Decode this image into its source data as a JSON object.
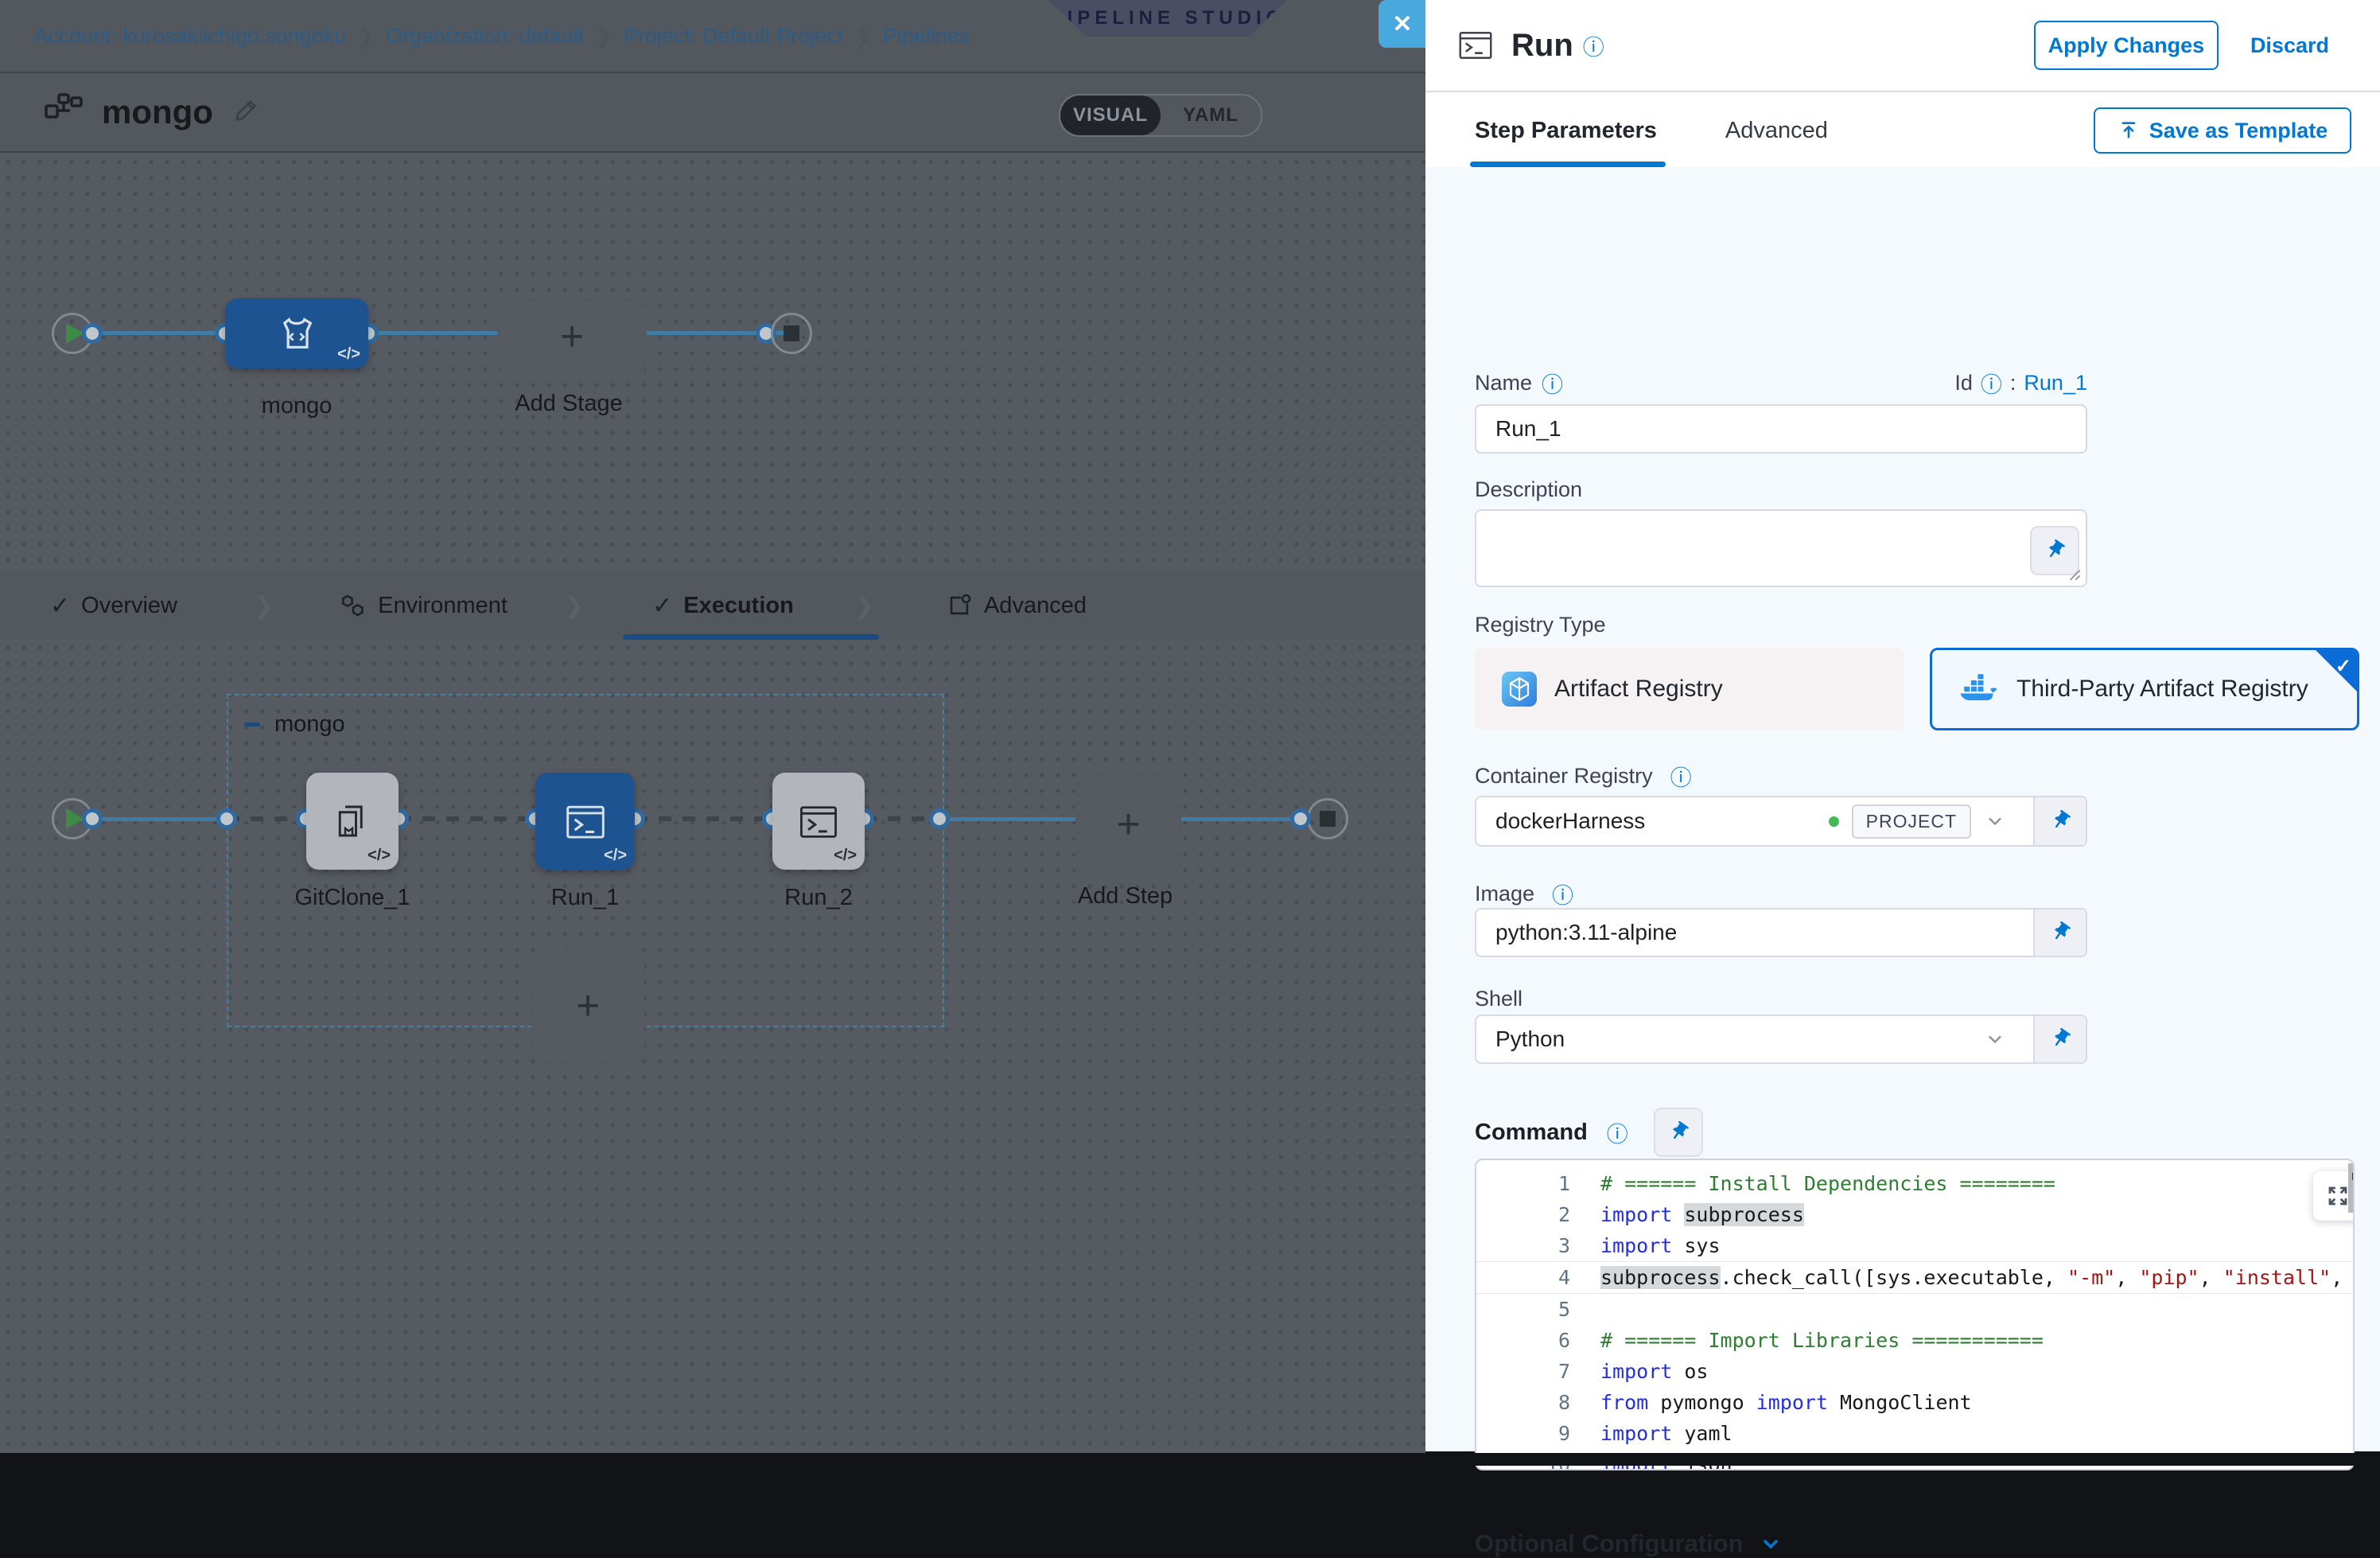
{
  "icons": {
    "check": "✓",
    "chevron_right": "❯",
    "plus": "+",
    "close": "✕",
    "info": "ⓘ",
    "code_badge": "</>",
    "colon": ":"
  },
  "header": {
    "breadcrumb": [
      "Account: kurosakiichigo.songoku",
      "Organization: default",
      "Project: Default Project",
      "Pipelines"
    ],
    "studio_badge": "PIPELINE STUDIO"
  },
  "pipeline_bar": {
    "title": "mongo",
    "visual_label": "VISUAL",
    "yaml_label": "YAML"
  },
  "stage_graph": {
    "stage_label": "mongo",
    "add_stage_label": "Add Stage"
  },
  "stage_tabs": {
    "overview": "Overview",
    "environment": "Environment",
    "execution": "Execution",
    "advanced": "Advanced"
  },
  "execution_graph": {
    "group_label": "mongo",
    "steps": [
      "GitClone_1",
      "Run_1",
      "Run_2"
    ],
    "add_step_label": "Add Step"
  },
  "panel": {
    "title": "Run",
    "apply_label": "Apply Changes",
    "discard_label": "Discard",
    "tabs": {
      "step_parameters": "Step Parameters",
      "advanced": "Advanced"
    },
    "save_template_label": "Save as Template",
    "fields": {
      "name": {
        "label": "Name",
        "value": "Run_1"
      },
      "id": {
        "label": "Id",
        "value": "Run_1"
      },
      "description": {
        "label": "Description",
        "value": ""
      },
      "registry_type": {
        "label": "Registry Type",
        "options": [
          {
            "label": "Artifact Registry",
            "selected": false
          },
          {
            "label": "Third-Party Artifact Registry",
            "selected": true
          }
        ]
      },
      "container_registry": {
        "label": "Container Registry",
        "value": "dockerHarness",
        "scope": "PROJECT"
      },
      "image": {
        "label": "Image",
        "value": "python:3.11-alpine"
      },
      "shell": {
        "label": "Shell",
        "value": "Python"
      },
      "command": {
        "label": "Command"
      }
    },
    "code": {
      "lines": [
        "# ====== Install Dependencies ========",
        "import subprocess",
        "import sys",
        "subprocess.check_call([sys.executable, \"-m\", \"pip\", \"install\",",
        "",
        "# ====== Import Libraries ===========",
        "import os",
        "from pymongo import MongoClient",
        "import yaml",
        "import json"
      ],
      "active_line": 4
    },
    "optional_configuration_label": "Optional Configuration"
  },
  "colors": {
    "primary_blue": "#0278d5",
    "selected_node_blue": "#1e5391",
    "connector_teal": "#3e7da5",
    "close_button_blue": "#48a9df",
    "panel_body_bg": "#f3f9fd",
    "code_keyword": "#2430e0",
    "code_comment": "#2e7d32",
    "code_string": "#a31515",
    "scope_dot_green": "#42ba54"
  }
}
